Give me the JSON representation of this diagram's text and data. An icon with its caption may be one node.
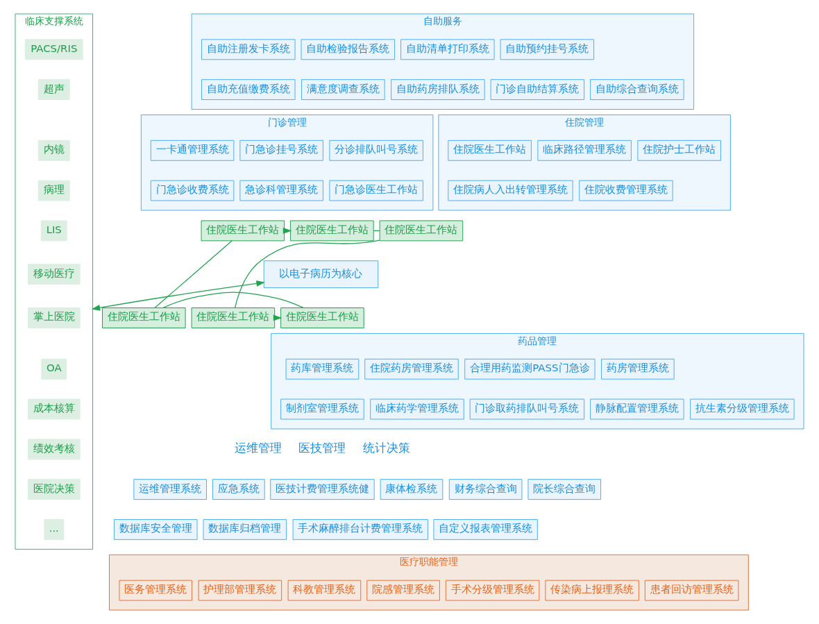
{
  "diagram": {
    "nodes": [
      {
        "text": [
          "临床支撑系统"
        ]
      },
      {
        "text": [
          "PACS/RIS"
        ],
        "in": 0
      },
      {
        "text": [
          "超声"
        ],
        "in": 0
      },
      {
        "text": [
          "内镜"
        ],
        "in": 0
      },
      {
        "text": [
          "病理"
        ],
        "in": 0
      },
      {
        "text": [
          "LIS"
        ],
        "in": 0
      },
      {
        "text": [
          "移动医疗"
        ],
        "in": 0
      },
      {
        "text": [
          "掌上医院"
        ],
        "in": 0
      },
      {
        "text": [
          "OA"
        ],
        "in": 0
      },
      {
        "text": [
          "成本核算"
        ],
        "in": 0
      },
      {
        "text": [
          "绩效考核"
        ],
        "in": 0
      },
      {
        "text": [
          "医院决策"
        ],
        "in": 0
      },
      {
        "text": [
          "..."
        ],
        "in": 0
      },
      {
        "text": [
          "自助服务"
        ]
      },
      {
        "text": [
          "自助注册发卡系统"
        ],
        "in": 13
      },
      {
        "text": [
          "自助检验报告系统"
        ],
        "in": 13
      },
      {
        "text": [
          "自助清单打印系统"
        ],
        "in": 13
      },
      {
        "text": [
          "自助预约挂号系统"
        ],
        "in": 13
      },
      {
        "text": [
          "自助充值缴费系统"
        ],
        "in": 13
      },
      {
        "text": [
          "满意度调查系统"
        ],
        "in": 13
      },
      {
        "text": [
          "自助药房排队系统"
        ],
        "in": 13
      },
      {
        "text": [
          "门诊自助结算系统"
        ],
        "in": 13
      },
      {
        "text": [
          "自助综合查询系统"
        ],
        "in": 13
      },
      {
        "text": [
          "门诊管理"
        ]
      },
      {
        "text": [
          "一卡通管理系统"
        ],
        "in": 23
      },
      {
        "text": [
          "门急诊挂号系统"
        ],
        "in": 23
      },
      {
        "text": [
          "分诊排队叫号系统"
        ],
        "in": 23
      },
      {
        "text": [
          "门急诊收费系统"
        ],
        "in": 23
      },
      {
        "text": [
          "急诊科管理系统"
        ],
        "in": 23
      },
      {
        "text": [
          "门急诊医生工作站"
        ],
        "in": 23
      },
      {
        "text": [
          "住院管理"
        ]
      },
      {
        "text": [
          "住院医生工作站"
        ],
        "in": 30
      },
      {
        "text": [
          "临床路径管理系统"
        ],
        "in": 30
      },
      {
        "text": [
          "住院护士工作站"
        ],
        "in": 30
      },
      {
        "text": [
          "住院病人入出转管理系统"
        ],
        "in": 30
      },
      {
        "text": [
          "住院收费管理系统"
        ],
        "in": 30
      },
      {
        "text": [
          "住院医生工作站"
        ]
      },
      {
        "text": [
          "住院医生工作站"
        ]
      },
      {
        "text": [
          "住院医生工作站"
        ]
      },
      {
        "text": [
          "以电子病历为核心"
        ]
      },
      {
        "text": [
          "住院医生工作站"
        ]
      },
      {
        "text": [
          "住院医生工作站"
        ]
      },
      {
        "text": [
          "住院医生工作站"
        ]
      },
      {
        "text": [
          "药品管理"
        ]
      },
      {
        "text": [
          "药库管理系统"
        ],
        "in": 43
      },
      {
        "text": [
          "住院药房管理系统"
        ],
        "in": 43
      },
      {
        "text": [
          "合理用药监测PASS门急诊"
        ],
        "in": 43
      },
      {
        "text": [
          "药房管理系统"
        ],
        "in": 43
      },
      {
        "text": [
          "制剂室管理系统"
        ],
        "in": 43
      },
      {
        "text": [
          "临床药学管理系统"
        ],
        "in": 43
      },
      {
        "text": [
          "门诊取药排队叫号系统"
        ],
        "in": 43
      },
      {
        "text": [
          "静脉配置管理系统"
        ],
        "in": 43
      },
      {
        "text": [
          "抗生素分级管理系统"
        ],
        "in": 43
      },
      {
        "text": [
          "运维管理系统"
        ]
      },
      {
        "text": [
          "应急系统"
        ]
      },
      {
        "text": [
          "数据库安全管理"
        ]
      },
      {
        "text": [
          "数据库归档管理"
        ]
      },
      {
        "text": [
          "医技计费管理系统健"
        ]
      },
      {
        "text": [
          "康体检系统"
        ]
      },
      {
        "text": [
          "手术麻醉排台计费管理系统"
        ]
      },
      {
        "text": [
          "财务综合查询"
        ]
      },
      {
        "text": [
          "院长综合查询"
        ]
      },
      {
        "text": [
          "自定义报表管理系统"
        ]
      },
      {
        "text": [
          "医疗职能管理"
        ]
      },
      {
        "text": [
          "医务管理系统"
        ],
        "in": 63
      },
      {
        "text": [
          "护理部管理系统"
        ],
        "in": 63
      },
      {
        "text": [
          "科教管理系统"
        ],
        "in": 63
      },
      {
        "text": [
          "院感管理系统"
        ],
        "in": 63
      },
      {
        "text": [
          "手术分级管理系统"
        ],
        "in": 63
      },
      {
        "text": [
          "传染病上报理系统"
        ],
        "in": 63
      },
      {
        "text": [
          "患者回访管理系统"
        ],
        "in": 63
      }
    ],
    "edges": [
      {
        "from": 36,
        "to": 37,
        "arrow": "to"
      },
      {
        "from": 37,
        "to": 38,
        "arrow": "none"
      },
      {
        "from": 38,
        "to": 42,
        "arrow": "none"
      },
      {
        "from": 42,
        "to": 41,
        "arrow": "to"
      },
      {
        "from": 41,
        "to": 40,
        "arrow": "none"
      },
      {
        "from": 40,
        "to": 36,
        "arrow": "none"
      },
      {
        "from": 0,
        "to": 39,
        "arrow": "both"
      }
    ],
    "labels": [
      "运维管理",
      "医技管理",
      "统计决策"
    ]
  }
}
